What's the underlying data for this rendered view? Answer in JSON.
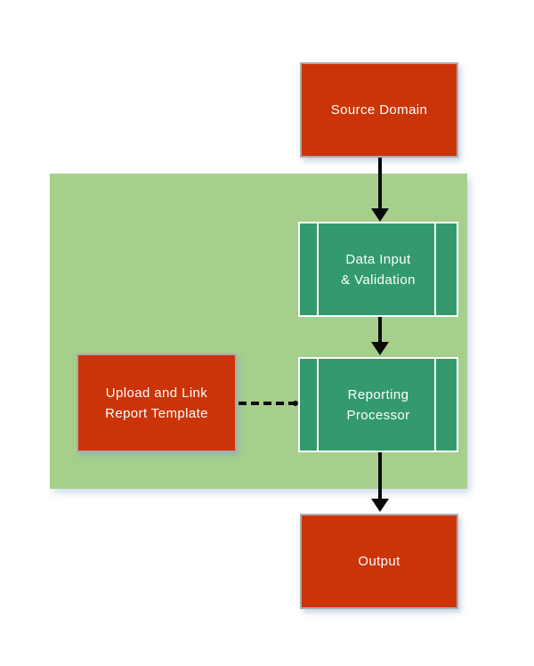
{
  "diagram": {
    "type": "flowchart",
    "nodes": {
      "source_domain": {
        "label": "Source Domain",
        "shape": "process",
        "fill": "#CB3409"
      },
      "data_input": {
        "label": "Data Input\n& Validation",
        "shape": "predefined-process",
        "fill": "#339A6E"
      },
      "reporting_processor": {
        "label": "Reporting\nProcessor",
        "shape": "predefined-process",
        "fill": "#339A6E"
      },
      "upload_template": {
        "label": "Upload and Link\nReport Template",
        "shape": "process",
        "fill": "#CB3409"
      },
      "output": {
        "label": "Output",
        "shape": "process",
        "fill": "#CB3409"
      }
    },
    "edges": [
      {
        "from": "source_domain",
        "to": "data_input",
        "style": "solid-arrow"
      },
      {
        "from": "data_input",
        "to": "reporting_processor",
        "style": "solid-arrow"
      },
      {
        "from": "reporting_processor",
        "to": "output",
        "style": "solid-arrow"
      },
      {
        "from": "upload_template",
        "to": "reporting_processor",
        "style": "dashed-line"
      }
    ],
    "colors": {
      "process_red": "#CB3409",
      "subprocess_teal": "#339A6E",
      "container_green": "#A6CF8B",
      "arrow_black": "#0A0A0A",
      "box_border_gray": "#ABABAB",
      "label_text": "#FFFFFF",
      "page_background": "#FFFFFF"
    }
  }
}
